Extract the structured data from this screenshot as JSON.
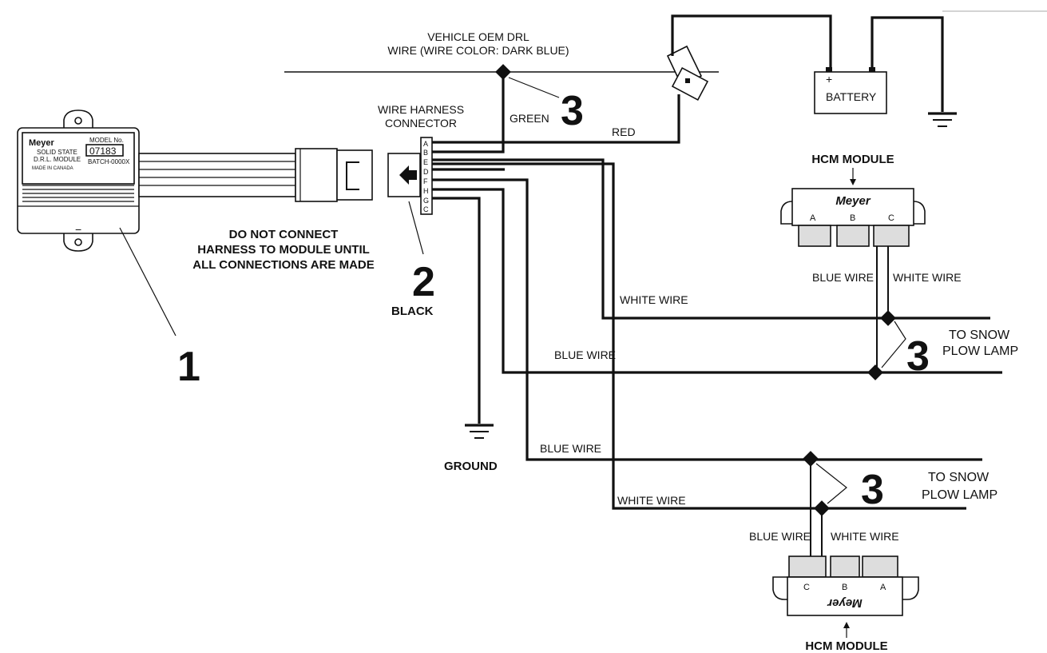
{
  "labels": {
    "drl_wire_line1": "VEHICLE OEM DRL",
    "drl_wire_line2": "WIRE (WIRE COLOR: DARK BLUE)",
    "harness_connector_line1": "WIRE HARNESS",
    "harness_connector_line2": "CONNECTOR",
    "green": "GREEN",
    "red": "RED",
    "battery": "BATTERY",
    "battery_plus": "+",
    "black": "BLACK",
    "ground": "GROUND",
    "warning_line1": "DO NOT CONNECT",
    "warning_line2": "HARNESS TO MODULE UNTIL",
    "warning_line3": "ALL CONNECTIONS ARE MADE",
    "hcm_module_top": "HCM MODULE",
    "hcm_module_bottom": "HCM MODULE",
    "top_blue_wire": "BLUE WIRE",
    "top_white_wire": "WHITE WIRE",
    "mid_white_wire": "WHITE WIRE",
    "mid_blue_wire": "BLUE WIRE",
    "to_snow_1_line1": "TO SNOW",
    "to_snow_1_line2": "PLOW LAMP",
    "low_blue_wire": "BLUE WIRE",
    "low_white_wire": "WHITE WIRE",
    "to_snow_2_line1": "TO SNOW",
    "to_snow_2_line2": "PLOW LAMP",
    "bottom_blue_wire": "BLUE WIRE",
    "bottom_white_wire": "WHITE WIRE"
  },
  "callouts": {
    "module": "1",
    "connector": "2",
    "drl_tap": "3",
    "upper_lamp": "3",
    "lower_lamp": "3"
  },
  "connector_pins": [
    "A",
    "B",
    "E",
    "D",
    "F",
    "H",
    "G",
    "C"
  ],
  "module_face": {
    "brand": "Meyer",
    "model_label": "MODEL No.",
    "model_number": "07183",
    "batch": "BATCH-0000X",
    "line1": "SOLID STATE",
    "line2": "D.R.L. MODULE",
    "made_in": "MADE IN CANADA",
    "minus": "−"
  },
  "hcm_top": {
    "brand": "Meyer",
    "pins": [
      "A",
      "B",
      "C"
    ]
  },
  "hcm_bottom": {
    "brand": "Meyer",
    "pins": [
      "C",
      "B",
      "A"
    ]
  }
}
